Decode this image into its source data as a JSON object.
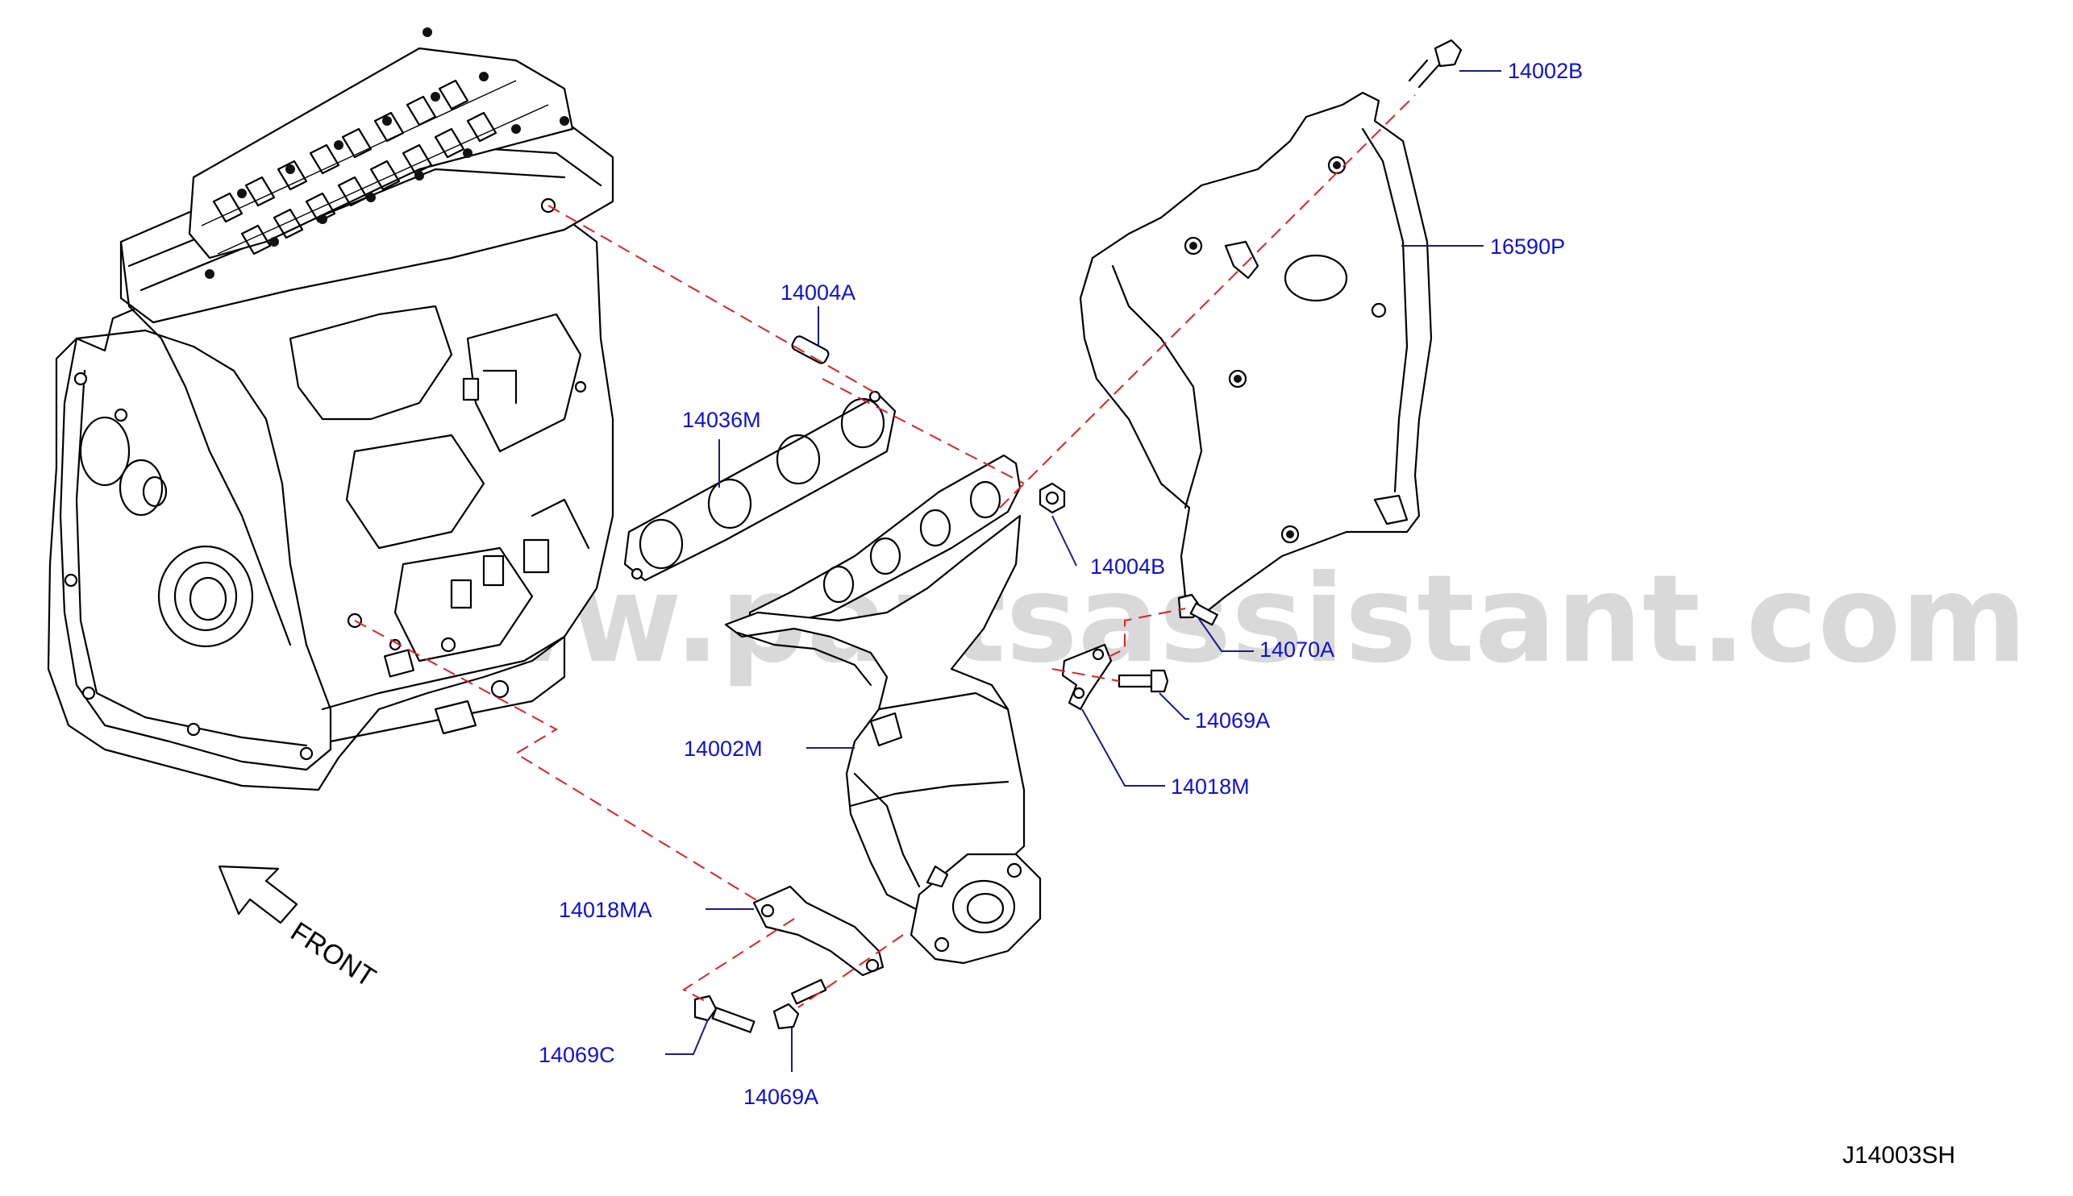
{
  "diagram": {
    "drawing_code": "J14003SH",
    "watermark": "www.partsassistant.com",
    "front_label": "FRONT",
    "colors": {
      "label": "#1010d8",
      "guide_line": "#e0202a",
      "line_art": "#000000",
      "watermark": "#d9d9d9"
    },
    "parts": {
      "p14002B": "14002B",
      "p16590P": "16590P",
      "p14004A": "14004A",
      "p14036M": "14036M",
      "p14004B": "14004B",
      "p14070A": "14070A",
      "p14069A_upper": "14069A",
      "p14002M": "14002M",
      "p14018M": "14018M",
      "p14018MA": "14018MA",
      "p14069C": "14069C",
      "p14069A_lower": "14069A"
    }
  }
}
